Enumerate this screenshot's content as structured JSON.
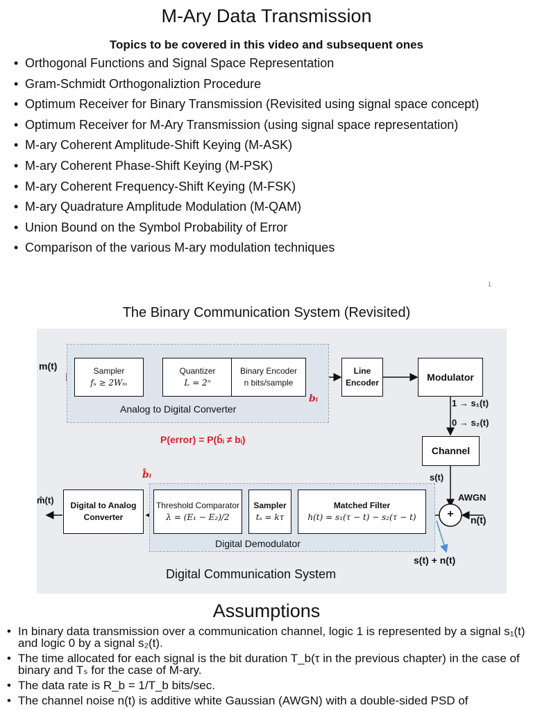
{
  "slide1": {
    "title": "M-Ary Data Transmission",
    "subtitle": "Topics to be covered in this video and subsequent ones",
    "bullets": [
      "Orthogonal Functions and Signal Space Representation",
      "Gram-Schmidt Orthogonaliztion Procedure",
      "Optimum Receiver for Binary Transmission (Revisited using signal space concept)",
      "Optimum Receiver for M-Ary Transmission (using signal space representation)",
      "M-ary Coherent Amplitude-Shift Keying (M-ASK)",
      "M-ary Coherent Phase-Shift Keying (M-PSK)",
      "M-ary Coherent Frequency-Shift Keying (M-FSK)",
      "M-ary Quadrature Amplitude Modulation (M-QAM)",
      "Union Bound on the Symbol Probability of Error",
      "Comparison of the various M-ary modulation techniques"
    ],
    "page_number": "1"
  },
  "slide2": {
    "title": "The Binary Communication System (Revisited)",
    "diagram": {
      "input_label": "m(t)",
      "sampler_label": "Sampler",
      "sampler_eq": "fₛ ≥ 2Wₘ",
      "quantizer_label": "Quantizer",
      "quantizer_eq": "L = 2ⁿ",
      "binary_encoder_label": "Binary Encoder",
      "binary_encoder_sub": "n bits/sample",
      "adc_group_label": "Analog to Digital Converter",
      "bi_label": "bᵢ",
      "line_encoder_label": "Line Encoder",
      "modulator_label": "Modulator",
      "map_one": "1 → s₁(t)",
      "map_zero": "0 → s₂(t)",
      "error_eq": "P(error) = P(b̂ᵢ ≠ bᵢ)",
      "channel_label": "Channel",
      "st_label": "s(t)",
      "awgn_label": "AWGN",
      "nt_label": "n(t)",
      "adder_symbol": "+",
      "matched_filter_label": "Matched Filter",
      "matched_filter_eq": "h(t) = s₁(τ − t) − s₂(τ − t)",
      "sampler2_label": "Sampler",
      "sampler2_eq": "tₛ = kτ",
      "threshold_label": "Threshold Comparator",
      "threshold_eq": "λ = (E₁ − E₂)/2",
      "bi_hat_label": "b̂ᵢ",
      "dac_label": "Digital to Analog Converter",
      "output_label": "m̂(t)",
      "demod_group_label": "Digital Demodulator",
      "sum_label": "s(t) + n(t)",
      "caption": "Digital Communication System"
    }
  },
  "slide3": {
    "title": "Assumptions",
    "bullets": [
      "In binary data transmission over a communication channel, logic 1 is represented by a signal s₁(t) and logic 0 by a signal s₂(t).",
      "The time allocated for each signal is the bit duration T_b(τ in the previous chapter) in the case of binary and Tₛ for the case of M-ary.",
      "The data rate is R_b = 1/T_b bits/sec.",
      "The channel noise n(t) is additive white Gaussian (AWGN) with a double-sided PSD of"
    ]
  },
  "colors": {
    "accent_red": "#d2242a",
    "diagram_bg": "#eaecef",
    "arrow_blue": "#4a90d9"
  }
}
